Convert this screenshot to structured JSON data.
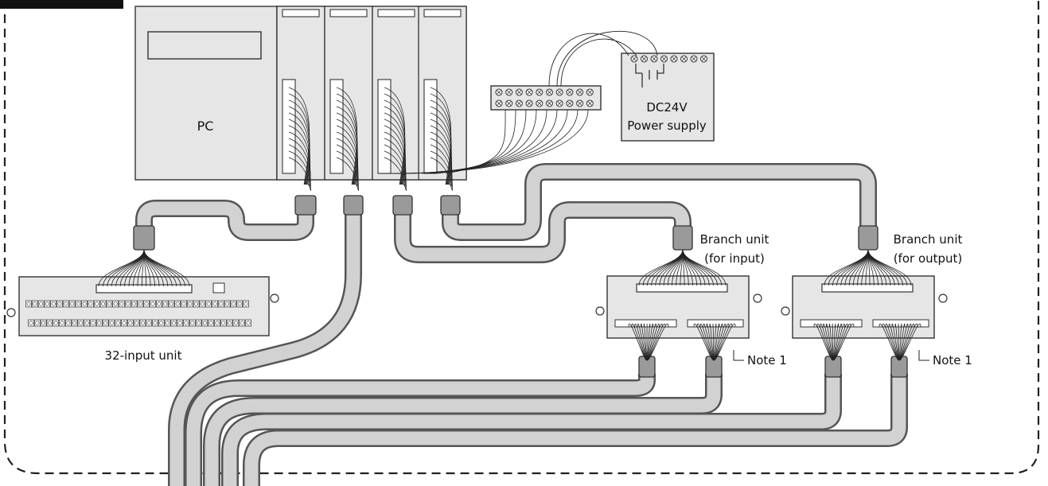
{
  "labels": {
    "pc": "PC",
    "power_voltage": "DC24V",
    "power_supply": "Power supply",
    "input_unit": "32-input unit",
    "branch_input_title": "Branch unit",
    "branch_input_sub": "(for input)",
    "branch_output_title": "Branch unit",
    "branch_output_sub": "(for output)",
    "note_a": "Note 1",
    "note_b": "Note 1"
  },
  "colors": {
    "cable_outer": "#555555",
    "cable_fill": "#d2d2d2",
    "plug_fill": "#9a9a9a",
    "pc_fill": "#e6e6e6",
    "border": "#333333"
  }
}
